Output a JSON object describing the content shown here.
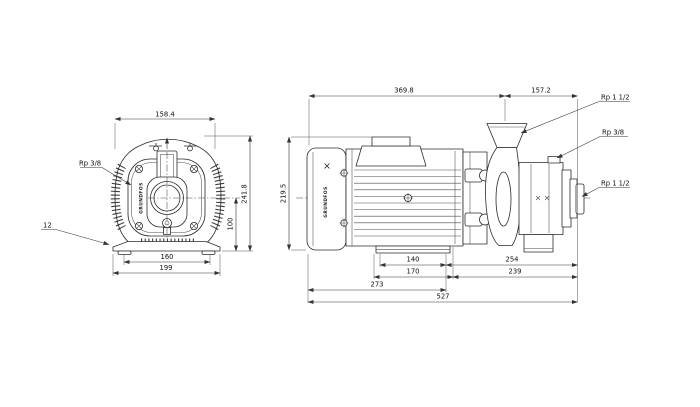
{
  "brand": "GRUNDFOS",
  "front_view": {
    "top_width": "158.4",
    "total_height": "241.8",
    "center_to_base": "100",
    "foot_hole_span": "160",
    "base_width": "199",
    "base_plate_thickness": "12",
    "side_port": "Rp 3/8"
  },
  "side_view": {
    "motor_section_length": "369.8",
    "pump_section_length": "157.2",
    "total_height": "219.5",
    "top_port": "Rp 1 1/2",
    "vent_port": "Rp 3/8",
    "discharge_port": "Rp 1 1/2",
    "foot_length": "140",
    "foot_to_port_face": "254",
    "foot_pad_length": "170",
    "pad_to_port_face": "239",
    "front_section_length": "273",
    "total_length": "527"
  }
}
